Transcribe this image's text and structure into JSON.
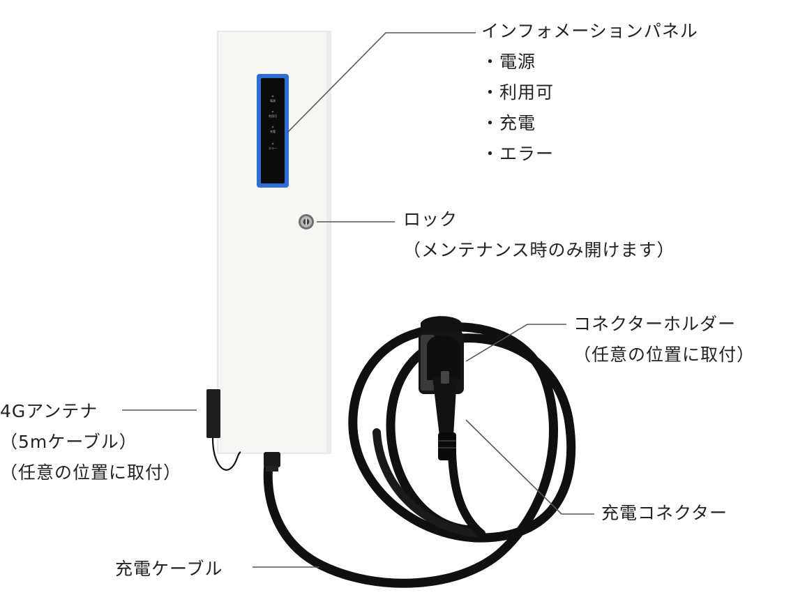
{
  "info_panel": {
    "title": "インフォメーションパネル",
    "items": [
      "・電源",
      "・利用可",
      "・充電",
      "・エラー"
    ],
    "panel_indicators": [
      "電源",
      "利用可",
      "充電",
      "エラー"
    ]
  },
  "lock": {
    "title": "ロック",
    "note": "（メンテナンス時のみ開けます）"
  },
  "connector_holder": {
    "title": "コネクターホルダー",
    "note": "（任意の位置に取付）"
  },
  "antenna": {
    "title": "4Gアンテナ",
    "cable_note": "（5mケーブル）",
    "note": "（任意の位置に取付）"
  },
  "connector": {
    "title": "充電コネクター"
  },
  "cable": {
    "title": "充電ケーブル"
  },
  "colors": {
    "panel_frame": "#2f6fd3",
    "panel_face": "#0b0b0b",
    "body": "#f6f6f4",
    "cable": "#101010",
    "leader": "#555555"
  }
}
